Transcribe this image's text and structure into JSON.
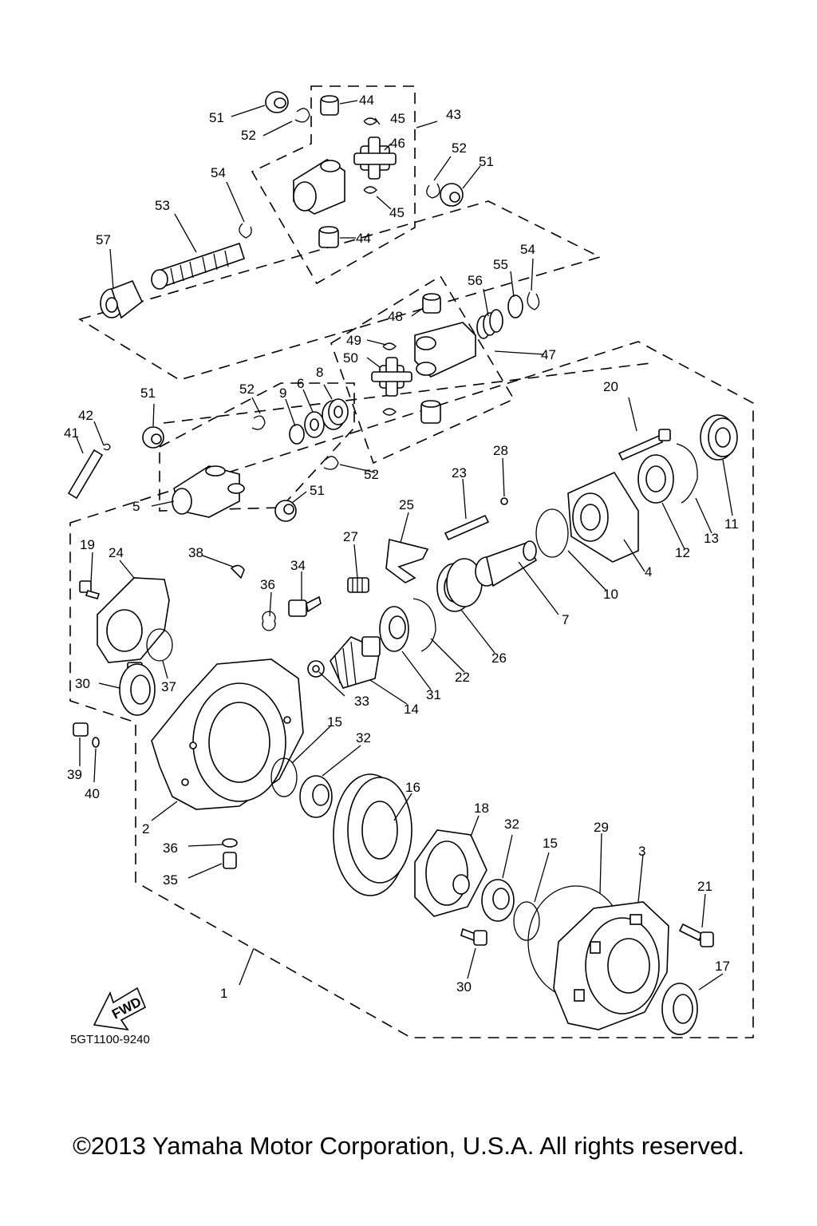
{
  "diagram": {
    "code": "5GT1100-9240",
    "fwd_label": "FWD",
    "copyright": "©2013 Yamaha Motor Corporation, U.S.A. All rights reserved."
  },
  "callouts": [
    "51",
    "52",
    "44",
    "45",
    "43",
    "46",
    "52",
    "51",
    "54",
    "53",
    "45",
    "44",
    "57",
    "54",
    "55",
    "56",
    "48",
    "49",
    "50",
    "47",
    "51",
    "52",
    "9",
    "6",
    "8",
    "42",
    "41",
    "20",
    "52",
    "51",
    "5",
    "28",
    "23",
    "25",
    "27",
    "19",
    "24",
    "38",
    "34",
    "36",
    "37",
    "30",
    "33",
    "14",
    "31",
    "22",
    "26",
    "7",
    "10",
    "4",
    "12",
    "13",
    "11",
    "15",
    "32",
    "16",
    "39",
    "40",
    "2",
    "36",
    "35",
    "18",
    "32",
    "15",
    "29",
    "3",
    "21",
    "17",
    "30",
    "1"
  ]
}
